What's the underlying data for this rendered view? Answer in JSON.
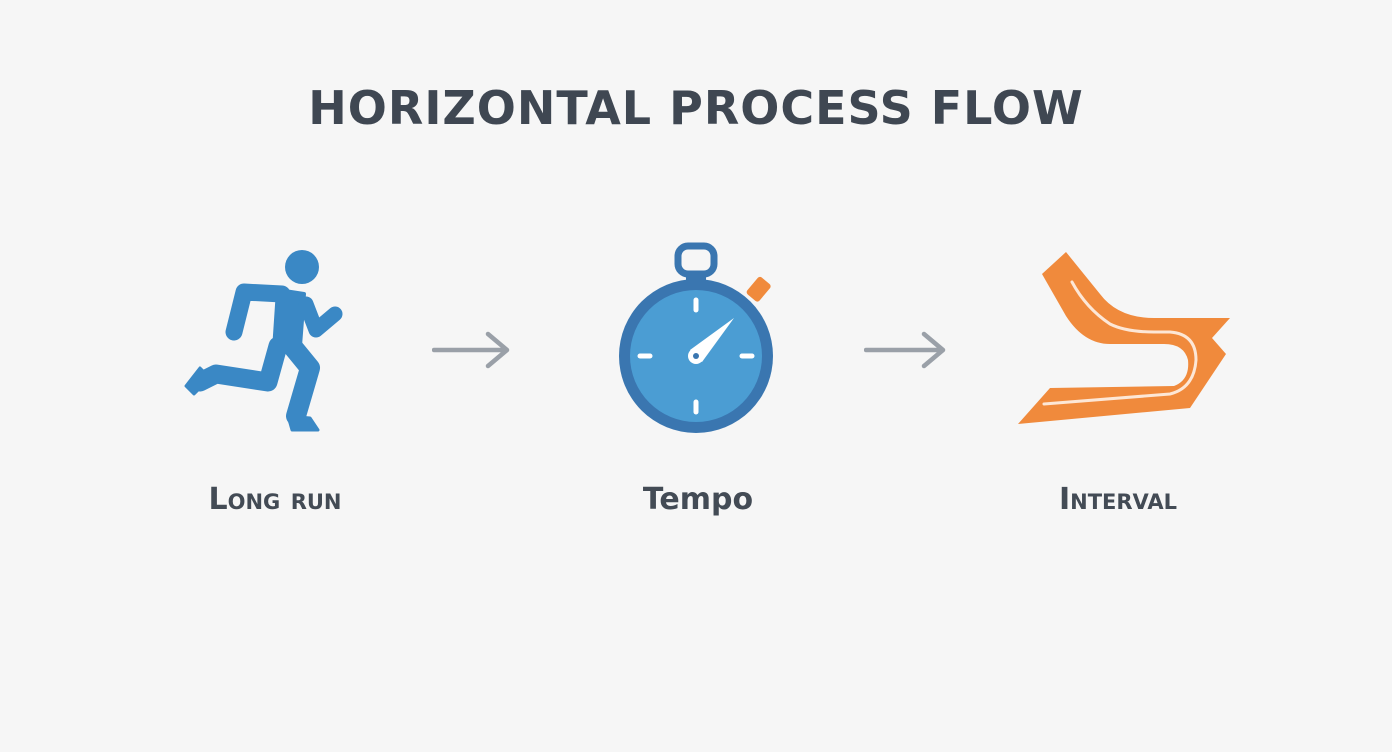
{
  "diagram": {
    "title": "HORIZONTAL PROCESS FLOW",
    "steps": [
      {
        "label": "Long run",
        "icon": "runner-icon",
        "color": "#3a88c5"
      },
      {
        "label": "Tempo",
        "icon": "stopwatch-icon",
        "color": "#3a88c5"
      },
      {
        "label": "Interval",
        "icon": "track-icon",
        "color": "#f08a3c"
      }
    ],
    "connector": {
      "icon": "arrow-right-icon",
      "color": "#9aa0a8"
    }
  }
}
